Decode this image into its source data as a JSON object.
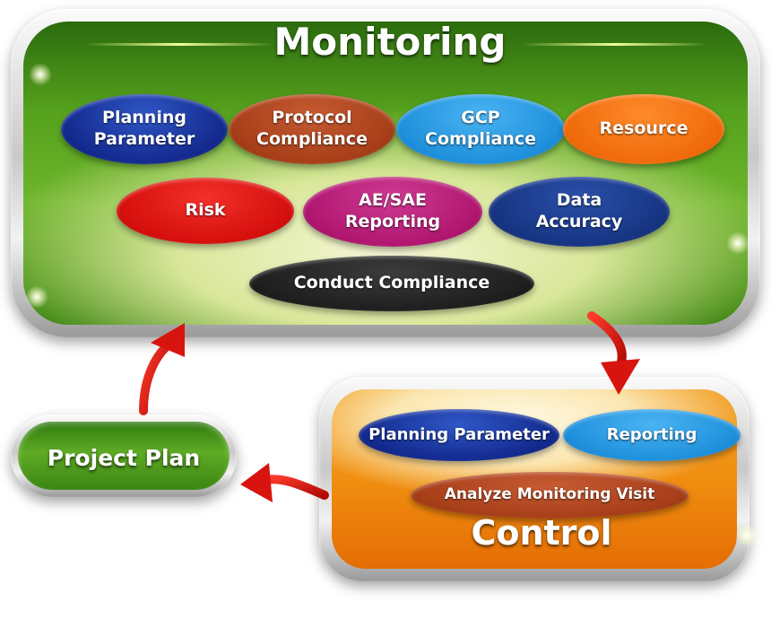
{
  "monitoring": {
    "title": "Monitoring",
    "items": [
      {
        "label": "Planning\nParameter",
        "color": "#13298e"
      },
      {
        "label": "Protocol\nCompliance",
        "color": "#a63e18"
      },
      {
        "label": "GCP\nCompliance",
        "color": "#1e8fdb"
      },
      {
        "label": "Resource",
        "color": "#ef6a0a"
      },
      {
        "label": "Risk",
        "color": "#d50f0c"
      },
      {
        "label": "AE/SAE\nReporting",
        "color": "#b0166f"
      },
      {
        "label": "Data\nAccuracy",
        "color": "#163482"
      },
      {
        "label": "Conduct Compliance",
        "color": "#1e1e1e"
      }
    ]
  },
  "control": {
    "title": "Control",
    "items": [
      {
        "label": "Planning Parameter",
        "color": "#13298e"
      },
      {
        "label": "Reporting",
        "color": "#1e8fdb"
      },
      {
        "label": "Analyze Monitoring Visit",
        "color": "#a63e18"
      }
    ]
  },
  "project_plan": {
    "title": "Project Plan"
  },
  "colors": {
    "monitoring_green": "#56a21d",
    "control_orange": "#f08e10",
    "arrow_red": "#d8140f"
  }
}
